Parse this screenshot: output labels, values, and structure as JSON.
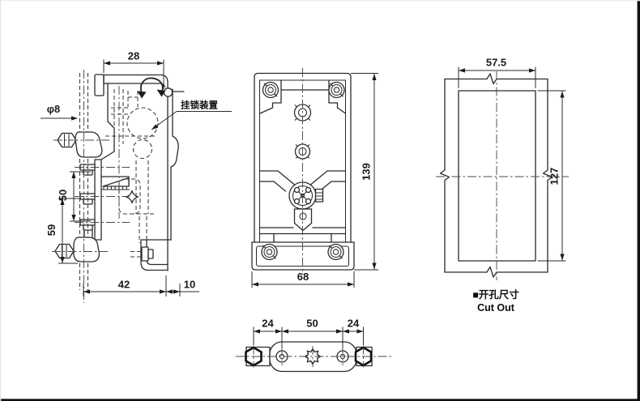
{
  "meta": {
    "background": "#ffffff",
    "ink": "#2b2b2b",
    "drawing_type": "lock hardware 3-view technical drawing"
  },
  "side_view": {
    "dim_top_width": "28",
    "dim_rod_diameter": "φ8",
    "dim_pitch_inner": "50",
    "dim_pitch_outer": "59",
    "dim_base_depth": "42",
    "dim_flange_offset": "10",
    "callout_padlock": "挂锁装置"
  },
  "front_view": {
    "dim_height": "139",
    "dim_width": "68"
  },
  "cutout_view": {
    "dim_width": "57.5",
    "dim_height": "127",
    "caption_cn": "■开孔尺寸",
    "caption_en": "Cut Out"
  },
  "bottom_view": {
    "dim_left": "24",
    "dim_center": "50",
    "dim_right": "24"
  }
}
